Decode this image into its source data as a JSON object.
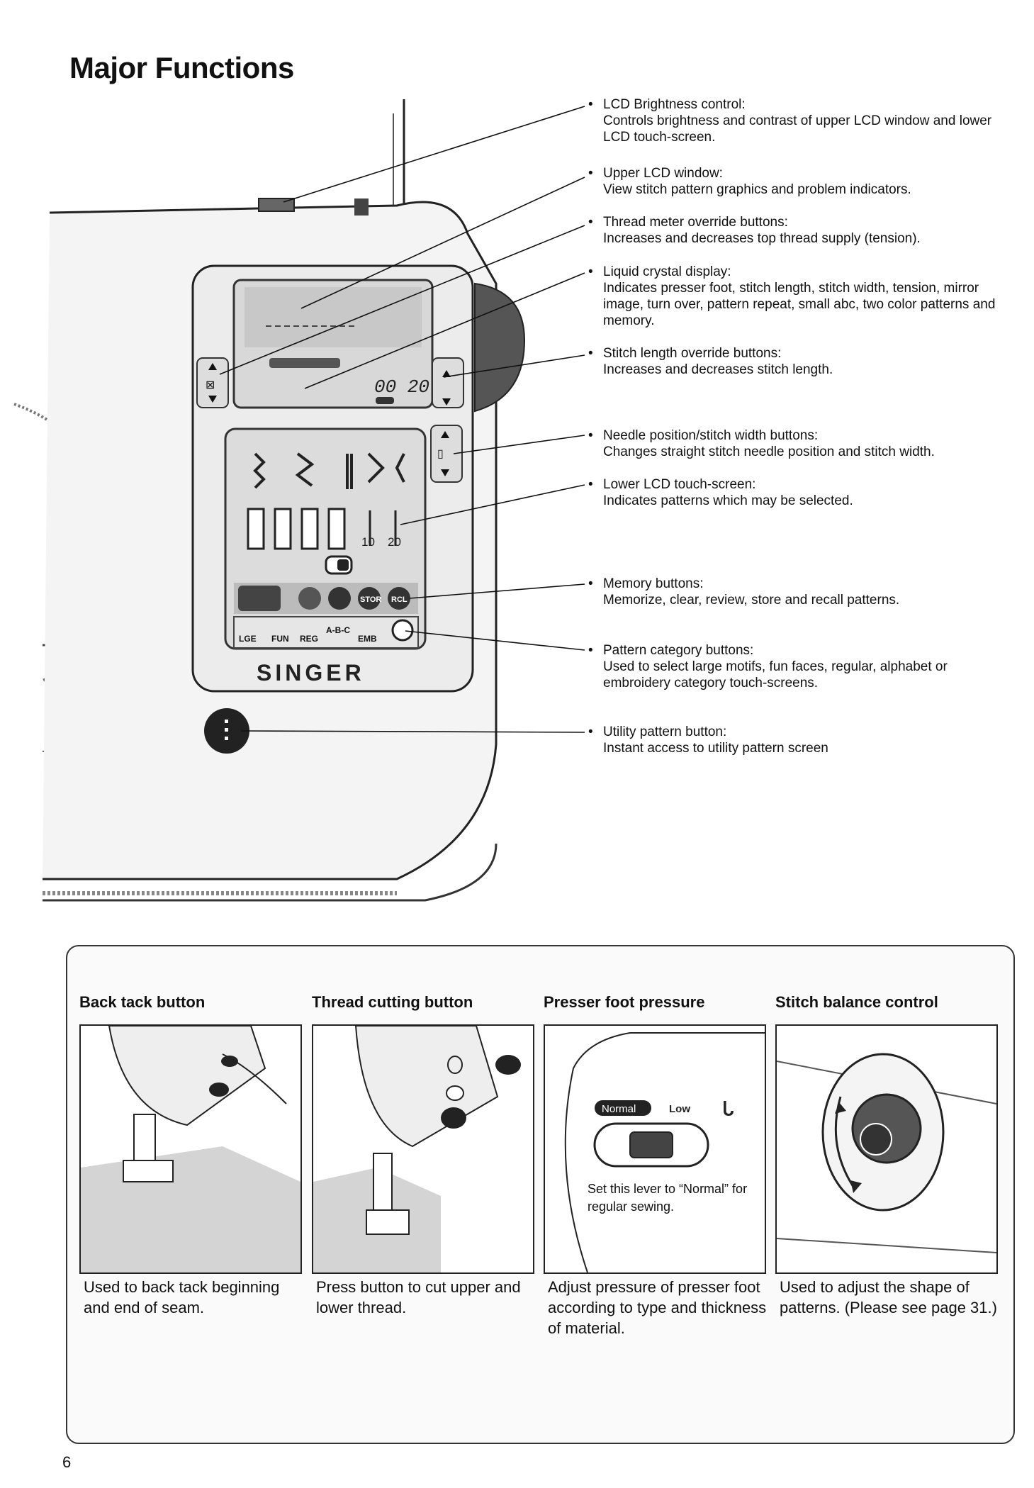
{
  "page": {
    "title": "Major Functions",
    "page_number": "6"
  },
  "machine": {
    "brand": "SINGER",
    "upper_lcd_text": "00 20",
    "tick_10": "10",
    "tick_20": "20",
    "button_labels": [
      "LGE",
      "FUN",
      "REG",
      "A-B-C",
      "EMB"
    ],
    "memory_labels": [
      "STOR",
      "RCL"
    ]
  },
  "callouts": [
    {
      "bullet": "•",
      "head": "LCD Brightness control:",
      "desc": "Controls brightness and contrast of upper LCD window and lower LCD touch-screen."
    },
    {
      "bullet": "•",
      "head": "Upper LCD window:",
      "desc": "View stitch pattern graphics and problem indicators."
    },
    {
      "bullet": "•",
      "head": "Thread meter override buttons:",
      "desc": "Increases and decreases top thread supply (tension)."
    },
    {
      "bullet": "•",
      "head": "Liquid crystal display:",
      "desc": "Indicates presser foot, stitch length, stitch width, tension, mirror image, turn over, pattern repeat, small abc, two color patterns and memory."
    },
    {
      "bullet": "•",
      "head": "Stitch length override buttons:",
      "desc": "Increases and decreases stitch length."
    },
    {
      "bullet": "•",
      "head": "Needle position/stitch width buttons:",
      "desc": "Changes straight stitch needle position and stitch width."
    },
    {
      "bullet": "•",
      "head": "Lower LCD touch-screen:",
      "desc": "Indicates patterns which may be selected."
    },
    {
      "bullet": "•",
      "head": "Memory buttons:",
      "desc": "Memorize, clear, review, store and recall patterns."
    },
    {
      "bullet": "•",
      "head": "Pattern category buttons:",
      "desc": "Used to select large motifs, fun faces, regular, alphabet or embroidery category touch-screens."
    },
    {
      "bullet": "•",
      "head": "Utility pattern button:",
      "desc": "Instant access to utility pattern screen"
    }
  ],
  "features": [
    {
      "title": "Back tack button",
      "desc": "Used to back tack beginning and end of seam."
    },
    {
      "title": "Thread cutting button",
      "desc": "Press button to cut upper and lower thread."
    },
    {
      "title": "Presser foot pressure",
      "desc": "Adjust pressure of presser foot according to type and thickness of material.",
      "lever_labels": {
        "normal": "Normal",
        "low": "Low"
      },
      "note": "Set this lever to “Normal” for regular sewing."
    },
    {
      "title": "Stitch balance control",
      "desc": "Used to adjust the shape of patterns. (Please see page 31.)"
    }
  ]
}
